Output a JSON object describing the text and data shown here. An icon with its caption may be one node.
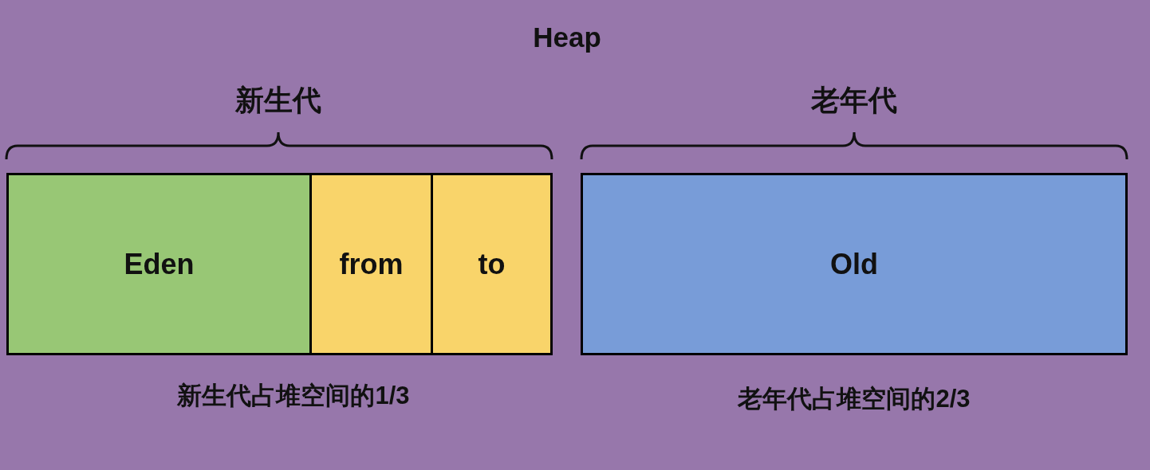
{
  "diagram": {
    "title": "Heap",
    "nodes": [
      {
        "text": [
          "Eden"
        ]
      },
      {
        "text": [
          "from"
        ]
      },
      {
        "text": [
          "to"
        ]
      },
      {
        "text": [
          "Old"
        ]
      }
    ],
    "labels": [
      "新生代",
      "老年代",
      "新生代占堆空间的1/3",
      "老年代占堆空间的2/3"
    ]
  }
}
